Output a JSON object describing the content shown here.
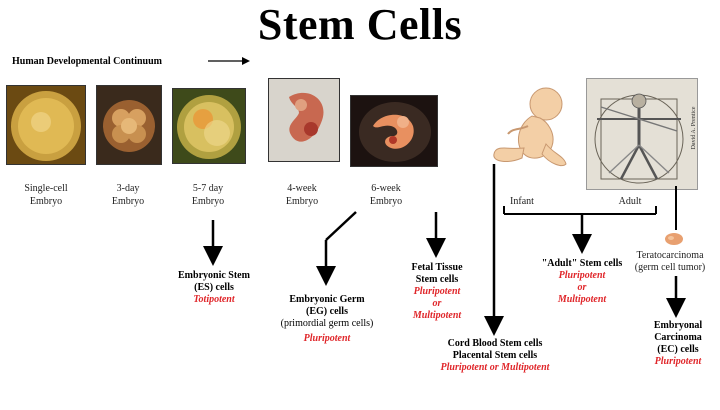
{
  "title": "Stem Cells",
  "continuum_label": "Human Developmental Continuum",
  "stages": [
    {
      "line1": "Single-cell",
      "line2": "Embryo"
    },
    {
      "line1": "3-day",
      "line2": "Embryo"
    },
    {
      "line1": "5-7 day",
      "line2": "Embryo"
    },
    {
      "line1": "4-week",
      "line2": "Embryo"
    },
    {
      "line1": "6-week",
      "line2": "Embryo"
    }
  ],
  "infant_label": "Infant",
  "adult_label": "Adult",
  "photo_credit": "David A. Prentice",
  "teratocarcinoma": {
    "line1": "Teratocarcinoma",
    "line2": "(germ cell tumor)"
  },
  "cell_types": {
    "es": {
      "line1": "Embryonic Stem",
      "line2": "(ES) cells",
      "potency": "Totipotent"
    },
    "eg": {
      "line1": "Embryonic Germ",
      "line2": "(EG) cells",
      "note": "(primordial germ cells)",
      "potency": "Pluripotent"
    },
    "fetal": {
      "line1": "Fetal Tissue",
      "line2": "Stem cells",
      "potency1": "Pluripotent",
      "potency2": "or",
      "potency3": "Multipotent"
    },
    "cord": {
      "line1": "Cord Blood Stem cells",
      "line2": "Placental Stem cells",
      "potency": "Pluripotent or Multipotent"
    },
    "adult": {
      "line1": "\"Adult\" Stem cells",
      "potency1": "Pluripotent",
      "potency2": "or",
      "potency3": "Multipotent"
    },
    "ec": {
      "line1": "Embryonal",
      "line2": "Carcinoma",
      "line3": "(EC) cells",
      "potency": "Pluripotent"
    }
  },
  "colors": {
    "potency": "#e0262a"
  }
}
